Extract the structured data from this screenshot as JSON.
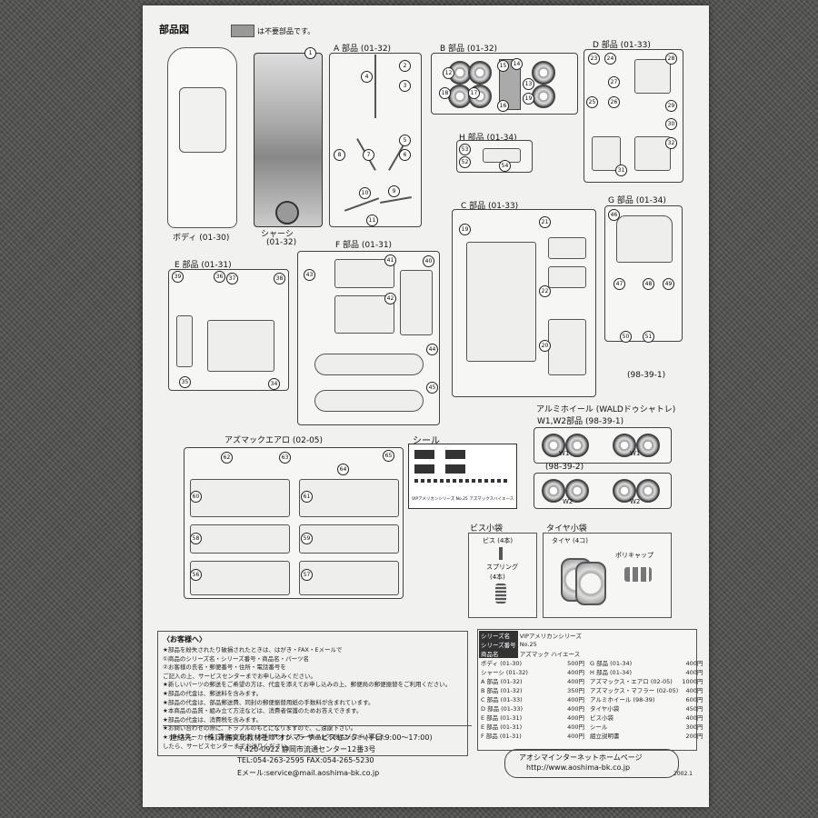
{
  "header": {
    "title": "部品図",
    "unneeded_legend": "は不要部品です。"
  },
  "groups": {
    "body": "ボディ (01-30)",
    "chassis_1": "シャーシ",
    "chassis_2": "(01-32)",
    "a": "A 部品 (01-32)",
    "b": "B 部品 (01-32)",
    "d": "D 部品 (01-33)",
    "h": "H 部品 (01-34)",
    "c": "C 部品 (01-33)",
    "g": "G 部品 (01-34)",
    "e": "E 部品 (01-31)",
    "f": "F 部品 (01-31)",
    "g_code": "(98-39-1)",
    "wheel_1": "アルミホイール (WALDドゥシャトレ)",
    "wheel_2": "W1,W2部品 (98-39-1)",
    "wheel_code2": "(98-39-2)",
    "w1": "W1",
    "w2": "W2",
    "aero": "アズマックエアロ (02-05)",
    "seal": "シール",
    "seal_caption": "VIPアメリカンシリーズ No.25 アズマックスハイエース",
    "screws": "ビス小袋",
    "screw_label": "ビス (4本)",
    "spring_label": "スプリング",
    "spring_count": "(4本)",
    "tires": "タイヤ小袋",
    "tire_label": "タイヤ (4コ)",
    "polycap": "ポリキャップ"
  },
  "parts_numbers": {
    "chassis": [
      "1"
    ],
    "a": [
      "2",
      "3",
      "4",
      "5",
      "6",
      "7",
      "8",
      "9",
      "10",
      "11"
    ],
    "b": [
      "12",
      "13",
      "14",
      "15",
      "16",
      "17",
      "18",
      "19"
    ],
    "d": [
      "23",
      "24",
      "25",
      "26",
      "27",
      "28",
      "29",
      "30",
      "31",
      "32"
    ],
    "h": [
      "53",
      "52",
      "54"
    ],
    "c": [
      "19",
      "20",
      "21",
      "22"
    ],
    "g": [
      "46",
      "47",
      "48",
      "49",
      "50",
      "51"
    ],
    "e": [
      "39",
      "36",
      "37",
      "38",
      "35",
      "34"
    ],
    "f": [
      "43",
      "41",
      "40",
      "42",
      "44",
      "45"
    ],
    "aero": [
      "62",
      "63",
      "64",
      "65",
      "60",
      "61",
      "58",
      "59",
      "56",
      "57"
    ]
  },
  "customer": {
    "heading": "〈お客様へ〉",
    "lines": [
      "★部品を紛失されたり破損されたときは、はがき・FAX・Eメールで",
      "①商品のシリーズ名・シリーズ番号・商品名・パーツ名",
      "②お客様の氏名・郵便番号・住所・電話番号を",
      "ご記入の上、サービスセンターまでお申し込みください。",
      "★新しいパーツの郵送をご希望の方は、代金を添えてお申し込みの上、郵便局の郵便振替をご利用ください。",
      "★部品の代金は、郵送料を含みます。",
      "★部品の代金は、部品郵送費、同封の郵便振替用紙の手数料が含まれています。",
      "★本商品の品質・組み立て方法などは、消費者保護のためお答えできます。",
      "★部品の代金は、消費税を含みます。",
      "★お問い合わせの際に、トラブルのもとになりますので、ご遠慮下さい。",
      "★ホースメーカーをご利用の方は、お手数ですが、万一商品に不良品がございました",
      "したら、サービスセンターまでお送りください。"
    ],
    "contact_label": "連絡先:",
    "company": "(株)青島文化教材社 アオシマ・サービスセンター(平日 9:00〜17:00)",
    "postal": "〒420-0922 静岡市流通センター12番3号",
    "tel": "TEL:054-263-2595 FAX:054-265-5230",
    "email": "Eメール:service@mail.aoshima-bk.co.jp"
  },
  "price_table": {
    "series_name_label": "シリーズ名",
    "series_name": "VIPアメリカンシリーズ",
    "series_no_label": "シリーズ番号",
    "series_no": "No.25",
    "product_label": "商品名",
    "product": "アズマック ハイエース",
    "left": [
      [
        "ボディ (01-30)",
        "500円"
      ],
      [
        "シャーシ (01-32)",
        "400円"
      ],
      [
        "A 部品 (01-32)",
        "400円"
      ],
      [
        "B 部品 (01-32)",
        "350円"
      ],
      [
        "C 部品 (01-33)",
        "400円"
      ],
      [
        "D 部品 (01-33)",
        "400円"
      ],
      [
        "E 部品 (01-31)",
        "400円"
      ],
      [
        "E 部品 (01-31)",
        "400円"
      ],
      [
        "F 部品 (01-31)",
        "400円"
      ]
    ],
    "right": [
      [
        "G 部品 (01-34)",
        "400円"
      ],
      [
        "H 部品 (01-34)",
        "400円"
      ],
      [
        "アズマックス・エアロ (02-05)",
        "1000円"
      ],
      [
        "アズマックス・マフラー (02-05)",
        "400円"
      ],
      [
        "アルミホイール (98-39)",
        "600円"
      ],
      [
        "タイヤ小袋",
        "450円"
      ],
      [
        "ビス小袋",
        "400円"
      ],
      [
        "シール",
        "300円"
      ],
      [
        "組立説明書",
        "200円"
      ]
    ]
  },
  "homepage": {
    "label": "アオシマインターネットホームページ",
    "url": "http://www.aoshima-bk.co.jp"
  },
  "footer_code": "2002.1"
}
